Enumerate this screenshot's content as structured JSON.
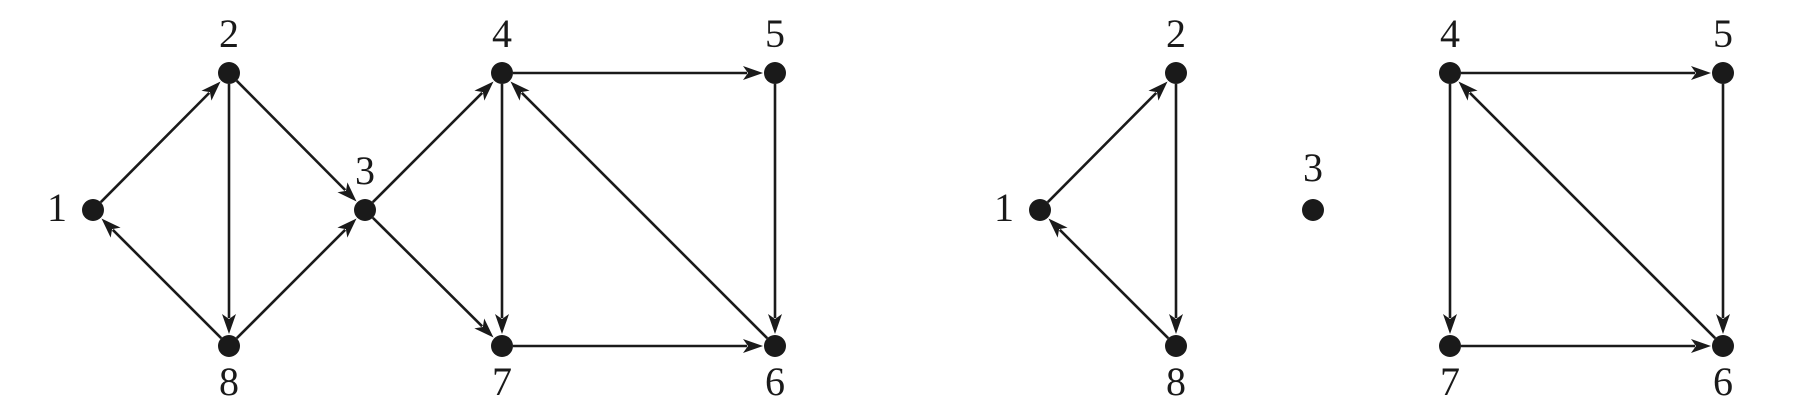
{
  "colors": {
    "ink": "#1a1a1a",
    "background": "#ffffff"
  },
  "graphs": [
    {
      "nodes": [
        {
          "id": "1",
          "label": "1"
        },
        {
          "id": "2",
          "label": "2"
        },
        {
          "id": "3",
          "label": "3"
        },
        {
          "id": "4",
          "label": "4"
        },
        {
          "id": "5",
          "label": "5"
        },
        {
          "id": "6",
          "label": "6"
        },
        {
          "id": "7",
          "label": "7"
        },
        {
          "id": "8",
          "label": "8"
        }
      ],
      "edges": [
        {
          "from": "1",
          "to": "2"
        },
        {
          "from": "2",
          "to": "8"
        },
        {
          "from": "2",
          "to": "3"
        },
        {
          "from": "8",
          "to": "1"
        },
        {
          "from": "8",
          "to": "3"
        },
        {
          "from": "3",
          "to": "4"
        },
        {
          "from": "3",
          "to": "7"
        },
        {
          "from": "4",
          "to": "5"
        },
        {
          "from": "4",
          "to": "7"
        },
        {
          "from": "5",
          "to": "6"
        },
        {
          "from": "7",
          "to": "6"
        },
        {
          "from": "6",
          "to": "4"
        }
      ]
    },
    {
      "nodes": [
        {
          "id": "1",
          "label": "1"
        },
        {
          "id": "2",
          "label": "2"
        },
        {
          "id": "8",
          "label": "8"
        }
      ],
      "edges": [
        {
          "from": "1",
          "to": "2"
        },
        {
          "from": "2",
          "to": "8"
        },
        {
          "from": "8",
          "to": "1"
        }
      ]
    },
    {
      "nodes": [
        {
          "id": "3",
          "label": "3"
        }
      ],
      "edges": []
    },
    {
      "nodes": [
        {
          "id": "4",
          "label": "4"
        },
        {
          "id": "5",
          "label": "5"
        },
        {
          "id": "6",
          "label": "6"
        },
        {
          "id": "7",
          "label": "7"
        }
      ],
      "edges": [
        {
          "from": "4",
          "to": "5"
        },
        {
          "from": "4",
          "to": "7"
        },
        {
          "from": "5",
          "to": "6"
        },
        {
          "from": "7",
          "to": "6"
        },
        {
          "from": "6",
          "to": "4"
        }
      ]
    }
  ]
}
